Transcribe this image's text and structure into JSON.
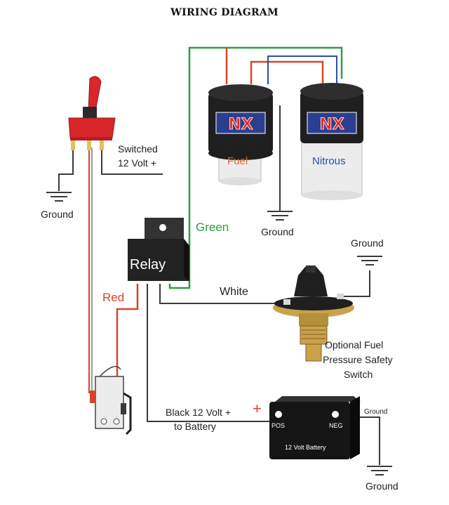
{
  "title": "WIRING DIAGRAM",
  "labels": {
    "switched": "Switched",
    "twelve_volt": "12 Volt +",
    "ground": "Ground",
    "green": "Green",
    "red": "Red",
    "white": "White",
    "relay": "Relay",
    "fuel": "Fuel",
    "nitrous": "Nitrous",
    "pressure_line1": "Optional Fuel",
    "pressure_line2": "Pressure Safety",
    "pressure_line3": "Switch",
    "black_line1": "Black 12 Volt +",
    "black_line2": "to Battery",
    "plus": "+",
    "pos": "POS",
    "neg": "NEG",
    "battery": "12 Volt Battery",
    "nx": "NX"
  },
  "colors": {
    "wire_green": "#2f9e44",
    "wire_red": "#d6452b",
    "wire_blue": "#2c4fa3",
    "wire_dark": "#3a3a3a",
    "solenoid_body": "#1f1f1f",
    "solenoid_can": "#ececec",
    "switch_red": "#d9262a",
    "relay_body": "#222222",
    "battery_body": "#151515"
  }
}
